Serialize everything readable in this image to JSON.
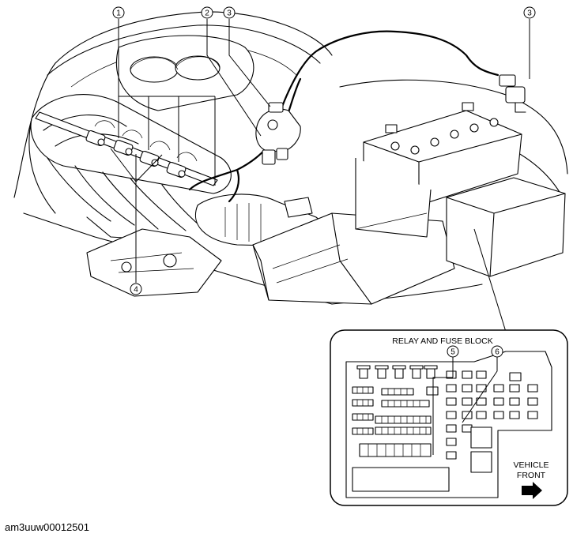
{
  "callouts": [
    {
      "id": "callout-1",
      "label": "1"
    },
    {
      "id": "callout-2",
      "label": "2"
    },
    {
      "id": "callout-3a",
      "label": "3"
    },
    {
      "id": "callout-3b",
      "label": "3"
    },
    {
      "id": "callout-4",
      "label": "4"
    },
    {
      "id": "callout-5",
      "label": "5"
    },
    {
      "id": "callout-6",
      "label": "6"
    }
  ],
  "inset": {
    "title": "RELAY AND FUSE BLOCK",
    "front_line1": "VEHICLE",
    "front_line2": "FRONT",
    "arrow_icon": "right-arrow-icon"
  },
  "caption": "am3uuw00012501"
}
